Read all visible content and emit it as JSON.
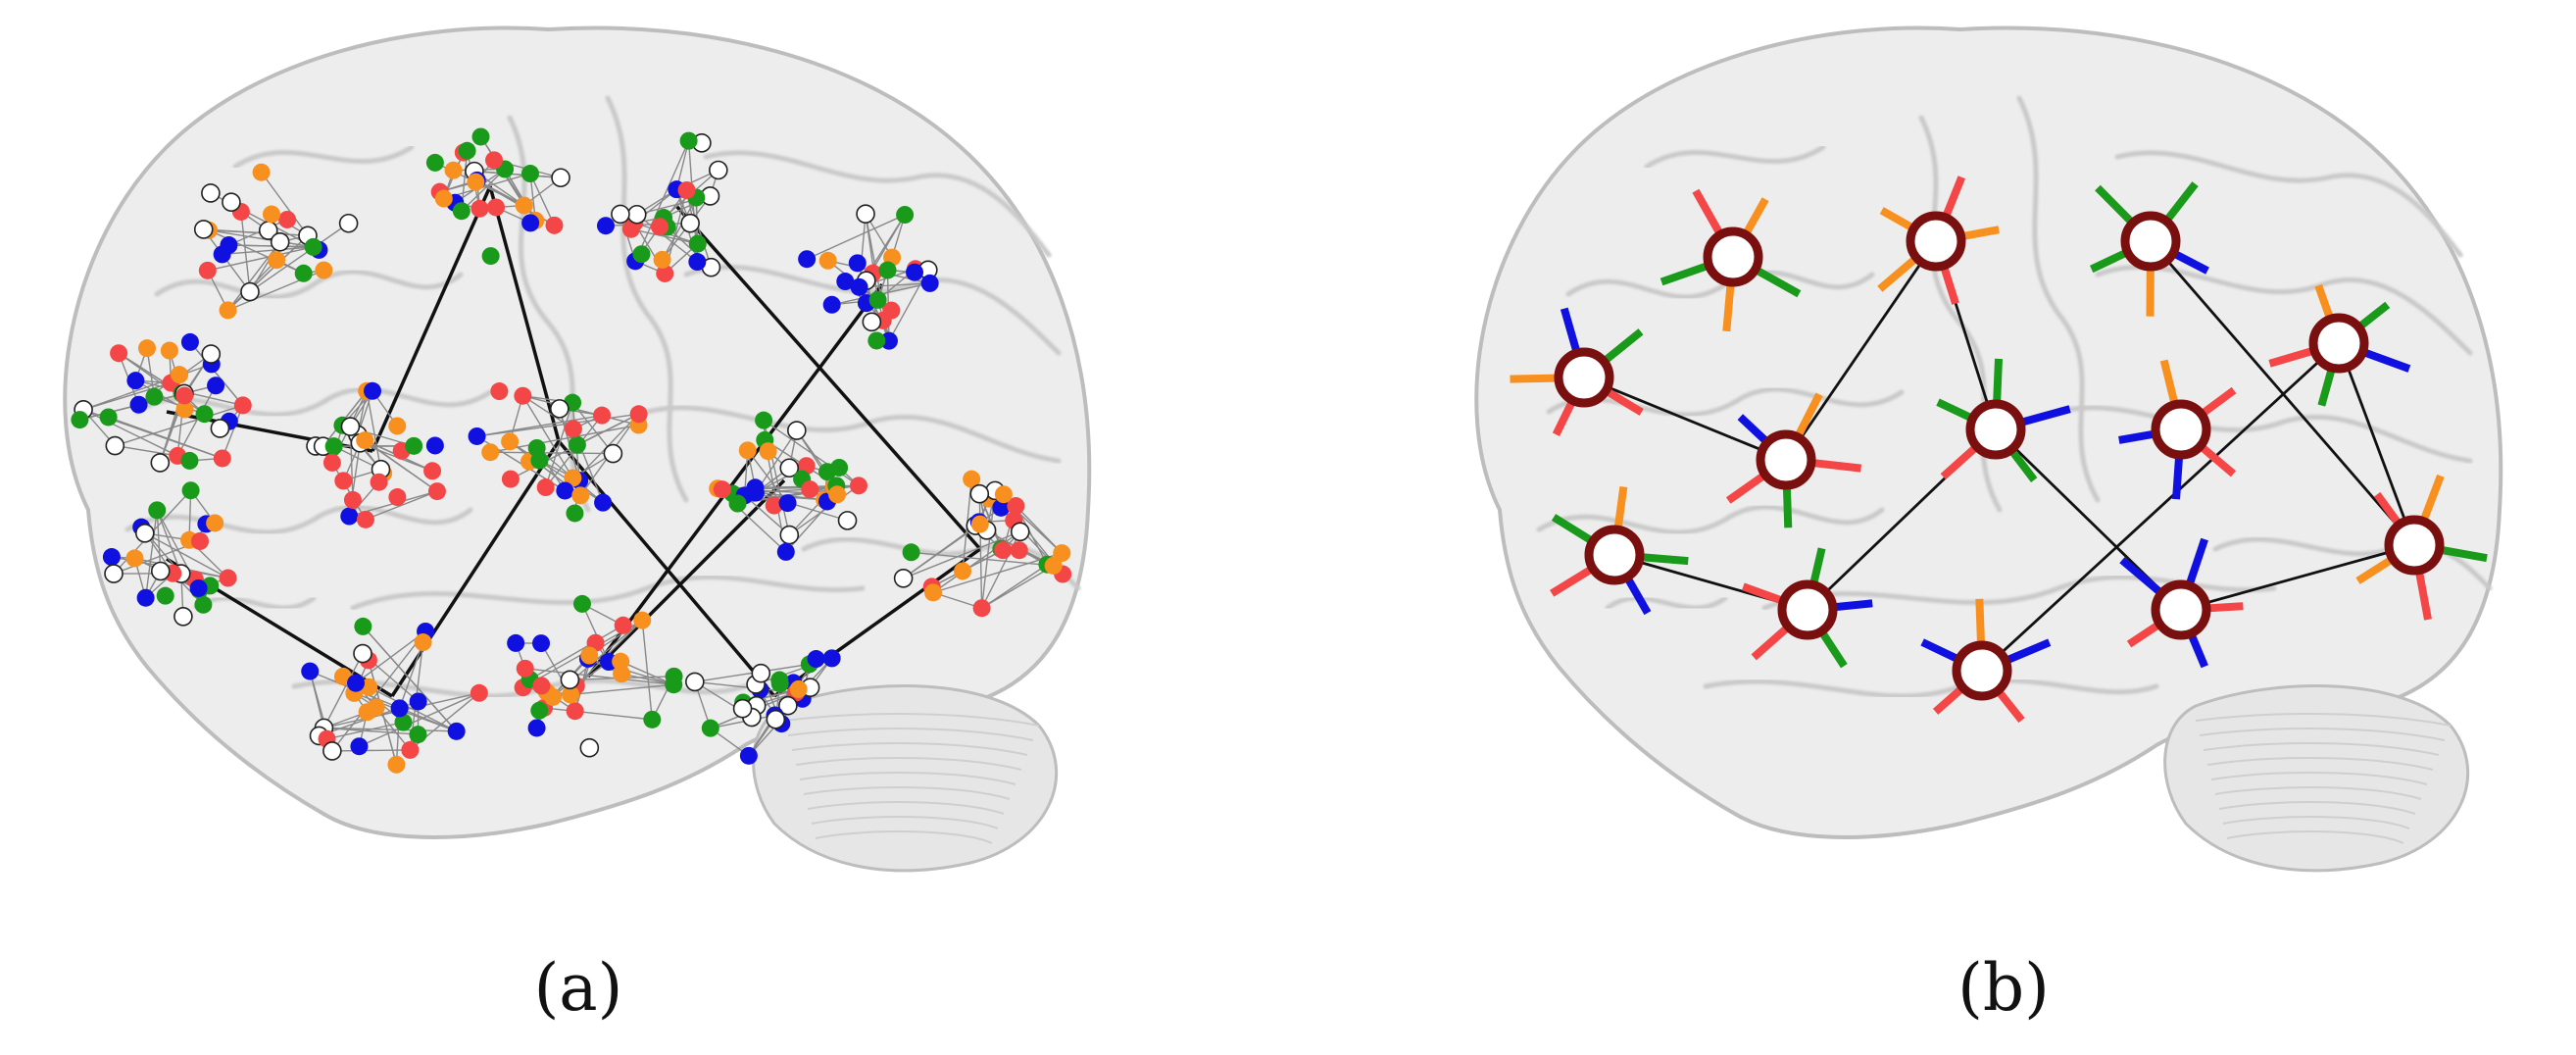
{
  "panels": [
    {
      "label": "(a)",
      "description": ""
    },
    {
      "label": "(b)",
      "description": ""
    }
  ],
  "colors": {
    "node_red": "#f44646",
    "node_orange": "#f7901e",
    "node_green": "#1a9a1a",
    "node_blue": "#1010e0",
    "node_white": "#ffffff",
    "hub_ring": "#7a0f0f",
    "link": "#111111",
    "brain_fill": "#ededed",
    "brain_sulcus": "#c9c9c9"
  },
  "icons": [
    "brain-lateral-view",
    "network-cluster",
    "hub-node"
  ]
}
